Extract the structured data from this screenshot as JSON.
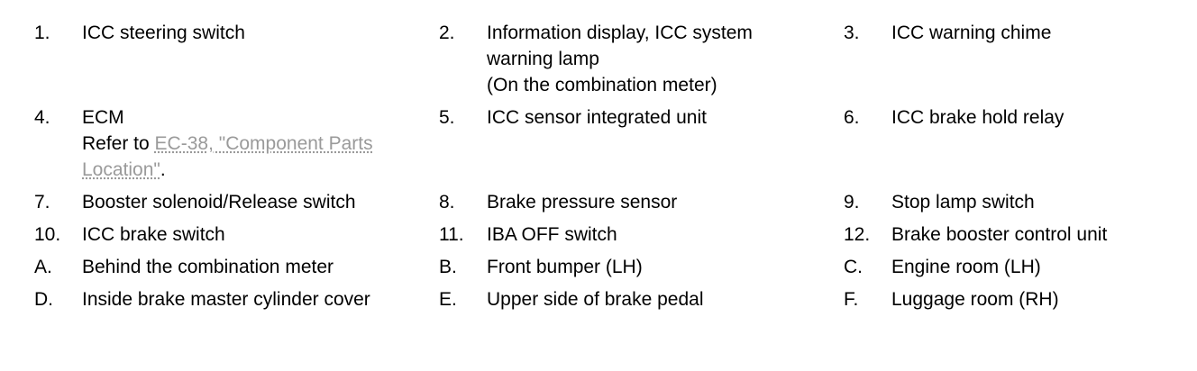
{
  "legend": {
    "rows": [
      [
        {
          "num": "1.",
          "lines": [
            "ICC steering switch"
          ]
        },
        {
          "num": "2.",
          "lines": [
            "Information display, ICC system",
            "warning lamp",
            "(On the combination meter)"
          ]
        },
        {
          "num": "3.",
          "lines": [
            "ICC warning chime"
          ]
        }
      ],
      [
        {
          "num": "4.",
          "lines": [
            "ECM"
          ],
          "ref_prefix": "Refer to ",
          "ref_link": "EC-38, \"Component Parts Location\"",
          "ref_suffix": "."
        },
        {
          "num": "5.",
          "lines": [
            "ICC sensor integrated unit"
          ]
        },
        {
          "num": "6.",
          "lines": [
            "ICC brake hold relay"
          ]
        }
      ],
      [
        {
          "num": "7.",
          "lines": [
            "Booster solenoid/Release switch"
          ]
        },
        {
          "num": "8.",
          "lines": [
            "Brake pressure sensor"
          ]
        },
        {
          "num": "9.",
          "lines": [
            "Stop lamp switch"
          ]
        }
      ],
      [
        {
          "num": "10.",
          "lines": [
            "ICC brake switch"
          ]
        },
        {
          "num": "11.",
          "lines": [
            "IBA OFF switch"
          ]
        },
        {
          "num": "12.",
          "lines": [
            "Brake booster control unit"
          ]
        }
      ],
      [
        {
          "num": "A.",
          "lines": [
            "Behind the combination meter"
          ]
        },
        {
          "num": "B.",
          "lines": [
            "Front bumper (LH)"
          ]
        },
        {
          "num": "C.",
          "lines": [
            "Engine room (LH)"
          ]
        }
      ],
      [
        {
          "num": "D.",
          "lines": [
            "Inside brake master cylinder cover"
          ]
        },
        {
          "num": "E.",
          "lines": [
            "Upper side of brake pedal"
          ]
        },
        {
          "num": "F.",
          "lines": [
            "Luggage room (RH)"
          ]
        }
      ]
    ]
  }
}
